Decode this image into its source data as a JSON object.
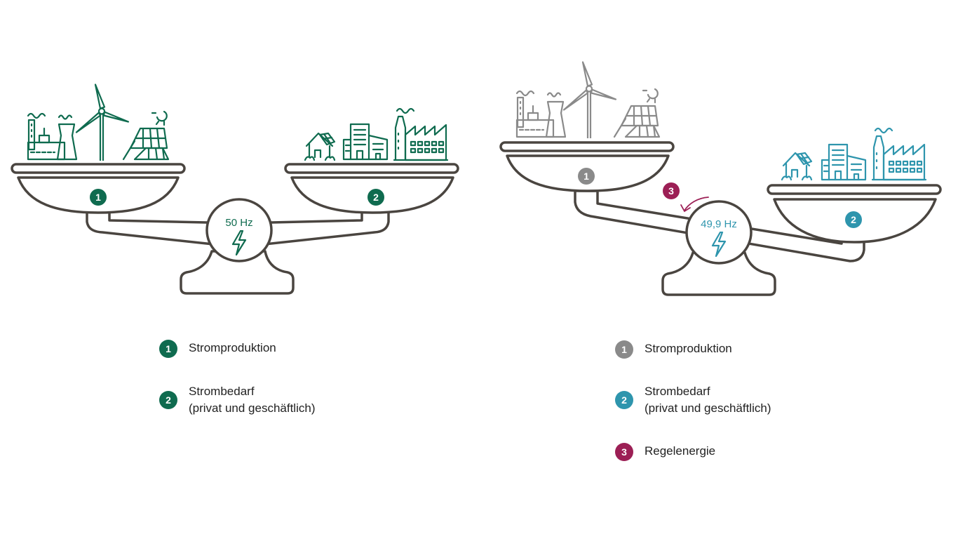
{
  "colors": {
    "balanced": "#0f6b4f",
    "production_low": "#8a8a8a",
    "demand_high": "#2e95ad",
    "control_energy": "#9c1f55",
    "scale_outline": "#4a4540"
  },
  "left_scale": {
    "frequency": "50 Hz",
    "badges": {
      "production": "1",
      "demand": "2"
    },
    "icons": [
      "power-plant-icon",
      "wind-turbine-icon",
      "solar-panel-icon",
      "house-icon",
      "office-building-icon",
      "factory-icon",
      "lightning-icon"
    ]
  },
  "right_scale": {
    "frequency": "49,9 Hz",
    "badges": {
      "production": "1",
      "demand": "2",
      "control": "3"
    },
    "icons": [
      "power-plant-icon",
      "wind-turbine-icon",
      "solar-panel-icon",
      "house-icon",
      "office-building-icon",
      "factory-icon",
      "lightning-icon",
      "curved-arrow-icon"
    ]
  },
  "legend_left": [
    {
      "number": "1",
      "line1": "Stromproduktion",
      "line2": ""
    },
    {
      "number": "2",
      "line1": "Strombedarf",
      "line2": "(privat und geschäftlich)"
    }
  ],
  "legend_right": [
    {
      "number": "1",
      "line1": "Stromproduktion",
      "line2": ""
    },
    {
      "number": "2",
      "line1": "Strombedarf",
      "line2": "(privat und geschäftlich)"
    },
    {
      "number": "3",
      "line1": "Regelenergie",
      "line2": ""
    }
  ]
}
